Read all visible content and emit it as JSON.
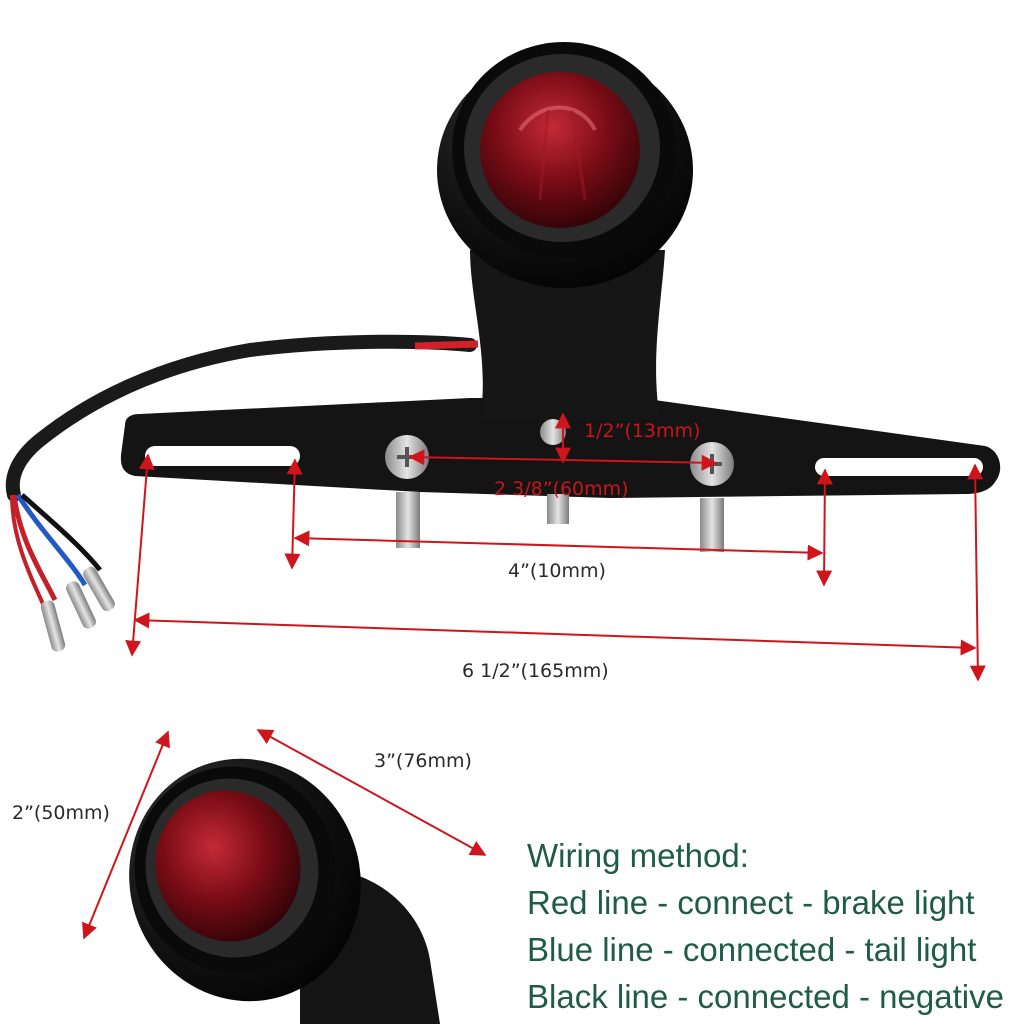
{
  "dimensions": {
    "bolt_height": "1/2”(13mm)",
    "bolt_spacing": "2 3/8”(60mm)",
    "slot_spacing": "4”(10mm)",
    "overall_width": "6 1/2”(165mm)",
    "lamp_length": "3”(76mm)",
    "lamp_diameter": "2”(50mm)"
  },
  "wiring": {
    "title": "Wiring method:",
    "lines": [
      "Red line - connect - brake light",
      "Blue line - connected - tail light",
      "Black line - connected - negative"
    ]
  },
  "colors": {
    "dimension_arrow": "#d0141c",
    "wiring_text": "#1f5c48",
    "lens_red": "#8a0f18",
    "housing_black": "#141414"
  }
}
